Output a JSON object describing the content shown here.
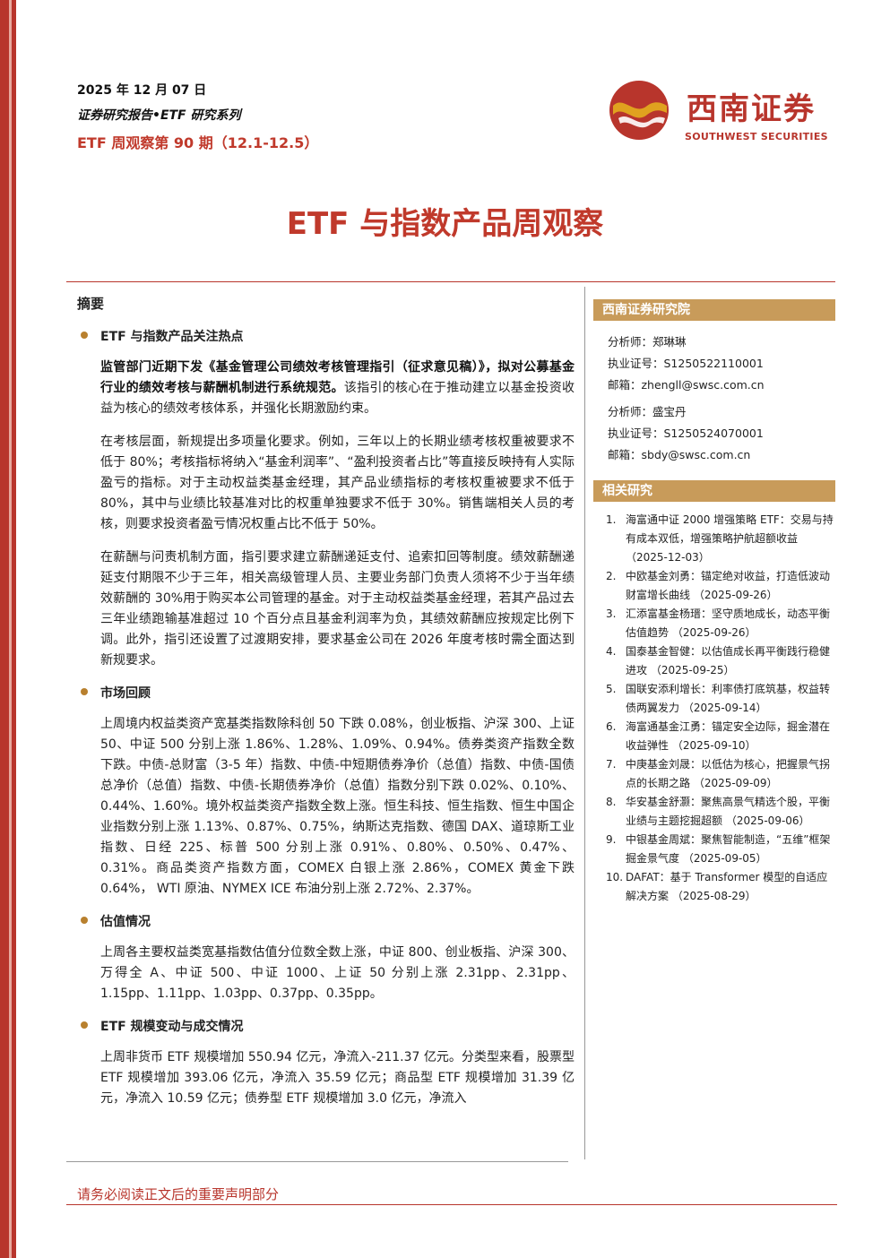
{
  "header": {
    "date": "2025 年 12 月 07 日",
    "series": "证券研究报告•ETF 研究系列",
    "issue": "ETF 周观察第 90 期（12.1-12.5）"
  },
  "logo": {
    "name_cn": "西南证券",
    "name_en": "SOUTHWEST SECURITIES",
    "brand_color": "#b8352c",
    "gold_color": "#e0a21f"
  },
  "title": "ETF 与指数产品周观察",
  "abstract": {
    "heading": "摘要",
    "sections": [
      {
        "heading": "ETF 与指数产品关注热点",
        "paragraphs": [
          {
            "bold": "监管部门近期下发《基金管理公司绩效考核管理指引（征求意见稿）》，拟对公募基金行业的绩效考核与薪酬机制进行系统规范。",
            "text": "该指引的核心在于推动建立以基金投资收益为核心的绩效考核体系，并强化长期激励约束。"
          },
          {
            "bold": "",
            "text": "在考核层面，新规提出多项量化要求。例如，三年以上的长期业绩考核权重被要求不低于 80%；考核指标将纳入“基金利润率”、“盈利投资者占比”等直接反映持有人实际盈亏的指标。对于主动权益类基金经理，其产品业绩指标的考核权重被要求不低于 80%，其中与业绩比较基准对比的权重单独要求不低于 30%。销售端相关人员的考核，则要求投资者盈亏情况权重占比不低于 50%。"
          },
          {
            "bold": "",
            "text": "在薪酬与问责机制方面，指引要求建立薪酬递延支付、追索扣回等制度。绩效薪酬递延支付期限不少于三年，相关高级管理人员、主要业务部门负责人须将不少于当年绩效薪酬的 30%用于购买本公司管理的基金。对于主动权益类基金经理，若其产品过去三年业绩跑输基准超过 10 个百分点且基金利润率为负，其绩效薪酬应按规定比例下调。此外，指引还设置了过渡期安排，要求基金公司在 2026 年度考核时需全面达到新规要求。"
          }
        ]
      },
      {
        "heading": "市场回顾",
        "paragraphs": [
          {
            "bold": "",
            "text": "上周境内权益类资产宽基类指数除科创 50 下跌 0.08%，创业板指、沪深 300、上证 50、中证 500 分别上涨 1.86%、1.28%、1.09%、0.94%。债券类资产指数全数下跌。中债-总财富（3-5 年）指数、中债-中短期债券净价（总值）指数、中债-国债总净价（总值）指数、中债-长期债券净价（总值）指数分别下跌 0.02%、0.10%、0.44%、1.60%。境外权益类资产指数全数上涨。恒生科技、恒生指数、恒生中国企业指数分别上涨 1.13%、0.87%、0.75%，纳斯达克指数、德国 DAX、道琼斯工业指数、日经 225、标普 500 分别上涨 0.91%、0.80%、0.50%、0.47%、0.31%。商品类资产指数方面，COMEX 白银上涨 2.86%，COMEX 黄金下跌 0.64%， WTI 原油、NYMEX ICE 布油分别上涨 2.72%、2.37%。"
          }
        ]
      },
      {
        "heading": "估值情况",
        "paragraphs": [
          {
            "bold": "",
            "text": "上周各主要权益类宽基指数估值分位数全数上涨，中证 800、创业板指、沪深 300、万得全 A、中证 500、中证 1000、上证 50 分别上涨 2.31pp、2.31pp、1.15pp、1.11pp、1.03pp、0.37pp、0.35pp。"
          }
        ]
      },
      {
        "heading": "ETF 规模变动与成交情况",
        "paragraphs": [
          {
            "bold": "",
            "text": "上周非货币 ETF 规模增加 550.94 亿元，净流入-211.37 亿元。分类型来看，股票型 ETF 规模增加 393.06 亿元，净流入 35.59 亿元；商品型 ETF 规模增加 31.39 亿元，净流入 10.59 亿元；债券型 ETF 规模增加 3.0 亿元，净流入"
          }
        ]
      }
    ]
  },
  "sidebar": {
    "institute": "西南证券研究院",
    "analysts": [
      {
        "role": "分析师：郑琳琳",
        "license": "执业证号：S1250522110001",
        "email": "邮箱：zhengll@swsc.com.cn"
      },
      {
        "role": "分析师：盛宝丹",
        "license": "执业证号：S1250524070001",
        "email": "邮箱：sbdy@swsc.com.cn"
      }
    ],
    "related_title": "相关研究",
    "related": [
      {
        "num": "1.",
        "text": "海富通中证 2000 增强策略 ETF：交易与持有成本双低，增强策略护航超额收益 （2025-12-03）"
      },
      {
        "num": "2.",
        "text": "中欧基金刘勇：锚定绝对收益，打造低波动财富增长曲线 （2025-09-26）"
      },
      {
        "num": "3.",
        "text": "汇添富基金杨瑨：坚守质地成长，动态平衡估值趋势 （2025-09-26）"
      },
      {
        "num": "4.",
        "text": "国泰基金智健：以估值成长再平衡践行稳健进攻 （2025-09-25）"
      },
      {
        "num": "5.",
        "text": "国联安添利增长：利率债打底筑基，权益转债两翼发力 （2025-09-14）"
      },
      {
        "num": "6.",
        "text": "海富通基金江勇：锚定安全边际，掘金潜在收益弹性 （2025-09-10）"
      },
      {
        "num": "7.",
        "text": "中庚基金刘晟：以低估为核心，把握景气拐点的长期之路 （2025-09-09）"
      },
      {
        "num": "8.",
        "text": "华安基金舒灏：聚焦高景气精选个股，平衡业绩与主题挖掘超额 （2025-09-06）"
      },
      {
        "num": "9.",
        "text": "中银基金周斌：聚焦智能制造，“五维”框架掘金景气度 （2025-09-05）"
      },
      {
        "num": "10.",
        "text": "DAFAT：基于 Transformer 模型的自适应解决方案 （2025-08-29）"
      }
    ]
  },
  "footer": "请务必阅读正文后的重要声明部分"
}
